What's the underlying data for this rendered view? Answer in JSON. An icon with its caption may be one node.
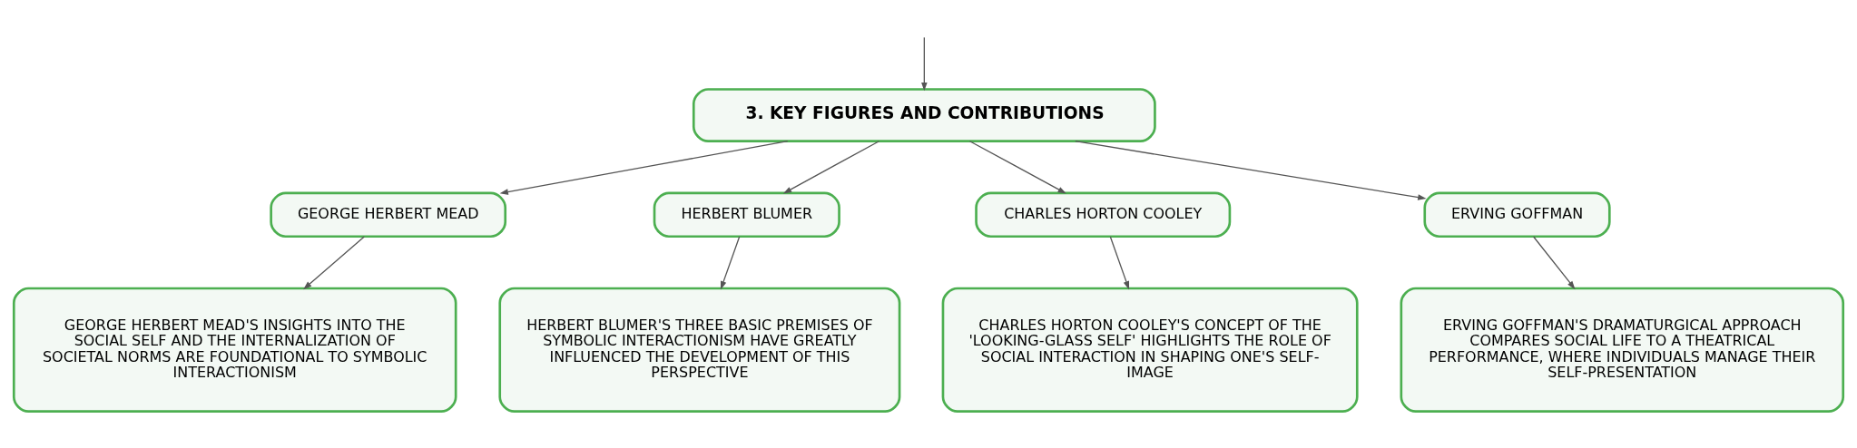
{
  "diagram": {
    "nodes": [
      {
        "text": [
          "3. KEY FIGURES AND CONTRIBUTIONS"
        ]
      },
      {
        "text": [
          "GEORGE HERBERT MEAD"
        ]
      },
      {
        "text": [
          "HERBERT BLUMER"
        ]
      },
      {
        "text": [
          "CHARLES HORTON COOLEY"
        ]
      },
      {
        "text": [
          "ERVING GOFFMAN"
        ]
      },
      {
        "text": [
          "GEORGE HERBERT MEAD'S INSIGHTS INTO THE SOCIAL SELF AND THE INTERNALIZATION OF SOCIETAL NORMS ARE FOUNDATIONAL TO SYMBOLIC INTERACTIONISM"
        ]
      },
      {
        "text": [
          "HERBERT BLUMER'S THREE BASIC PREMISES OF SYMBOLIC INTERACTIONISM HAVE GREATLY INFLUENCED THE DEVELOPMENT OF THIS PERSPECTIVE"
        ]
      },
      {
        "text": [
          "CHARLES HORTON COOLEY'S CONCEPT OF THE 'LOOKING-GLASS SELF' HIGHLIGHTS THE ROLE OF SOCIAL INTERACTION IN SHAPING ONE'S SELF-IMAGE"
        ]
      },
      {
        "text": [
          "ERVING GOFFMAN'S DRAMATURGICAL APPROACH COMPARES SOCIAL LIFE TO A THEATRICAL PERFORMANCE, WHERE INDIVIDUALS MANAGE THEIR SELF-PRESENTATION"
        ]
      }
    ],
    "edges": [
      {
        "from": null,
        "to": 0,
        "arrow": "to"
      },
      {
        "from": 0,
        "to": 1,
        "arrow": "to"
      },
      {
        "from": 0,
        "to": 2,
        "arrow": "to"
      },
      {
        "from": 0,
        "to": 3,
        "arrow": "to"
      },
      {
        "from": 0,
        "to": 4,
        "arrow": "to"
      },
      {
        "from": 1,
        "to": 5,
        "arrow": "to"
      },
      {
        "from": 2,
        "to": 6,
        "arrow": "to"
      },
      {
        "from": 3,
        "to": 7,
        "arrow": "to"
      },
      {
        "from": 4,
        "to": 8,
        "arrow": "to"
      }
    ]
  }
}
